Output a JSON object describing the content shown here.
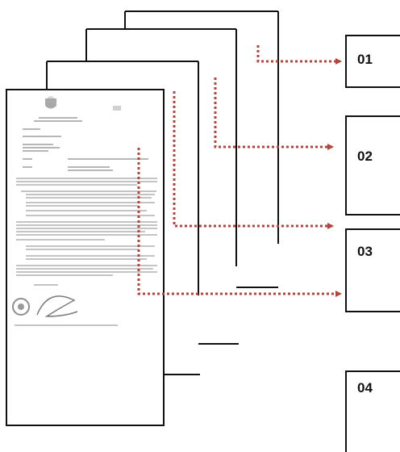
{
  "diagram": {
    "boxes": [
      {
        "label": "01"
      },
      {
        "label": "02"
      },
      {
        "label": "03"
      },
      {
        "label": "04"
      }
    ],
    "colors": {
      "frame": "#111111",
      "arrow": "#b5443d",
      "page_bg": "#ffffff",
      "doc_text": "#9aa0a6"
    },
    "document": {
      "icon": "document-thumbnail",
      "emblem": "coat-of-arms-icon",
      "stamp": "round-seal-stamp-icon"
    }
  }
}
